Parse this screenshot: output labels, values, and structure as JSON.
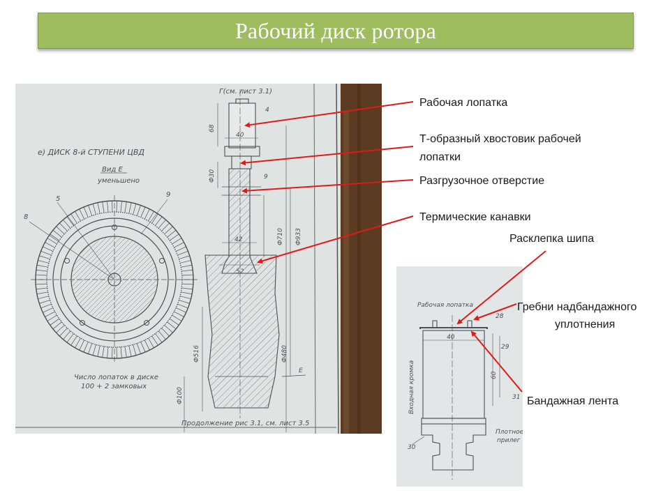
{
  "title": "Рабочий диск ротора",
  "callouts": {
    "blade": "Рабочая лопатка",
    "t_root_line1": "Т-образный хвостовик рабочей",
    "t_root_line2": "лопатки",
    "relief_hole": "Разгрузочное отверстие",
    "thermal_grooves": "Термические канавки",
    "tenon_riveting": "Расклепка шипа",
    "seal_ridges_line1": "Гребни надбандажного",
    "seal_ridges_line2": "уплотнения",
    "shroud_band": "Бандажная лента"
  },
  "drawing_main": {
    "header_ref": "Г(см. лист 3.1)",
    "caption_line1": "е) ДИСК 8-й СТУПЕНИ ЦВД",
    "view_line1": "Вид Е",
    "view_line2": "уменьшено",
    "count_line1": "Число лопаток в диске",
    "count_line2": "100 + 2 замковых",
    "continuation": "Продолжение рис 3.1, см. лист 3.5",
    "dims": {
      "d40": "40",
      "d68": "68",
      "d42": "42",
      "d52": "52",
      "phi30": "Ф30",
      "phi710": "Ф710",
      "phi933": "Ф933",
      "phi516": "Ф516",
      "phi480": "Ф480",
      "phi100": "Ф100",
      "pos4": "4",
      "pos5": "5",
      "pos8": "8",
      "pos9a": "9",
      "pos9b": "9",
      "letterE": "Е"
    }
  },
  "drawing_blade": {
    "label_blade": "Рабочая лопатка",
    "label_edge": "Входная кромка",
    "label_fit_line1": "Плотное",
    "label_fit_line2": "прилег",
    "dims": {
      "d28": "28",
      "d40": "40",
      "d29": "29",
      "d60": "60",
      "d31": "31",
      "d30": "30"
    }
  },
  "colors": {
    "title_bg": "#9dbd5e",
    "arrow": "#e11919",
    "paper": "#dfe3e2",
    "ink": "#4a4f57",
    "wood": "#5b3b22"
  }
}
